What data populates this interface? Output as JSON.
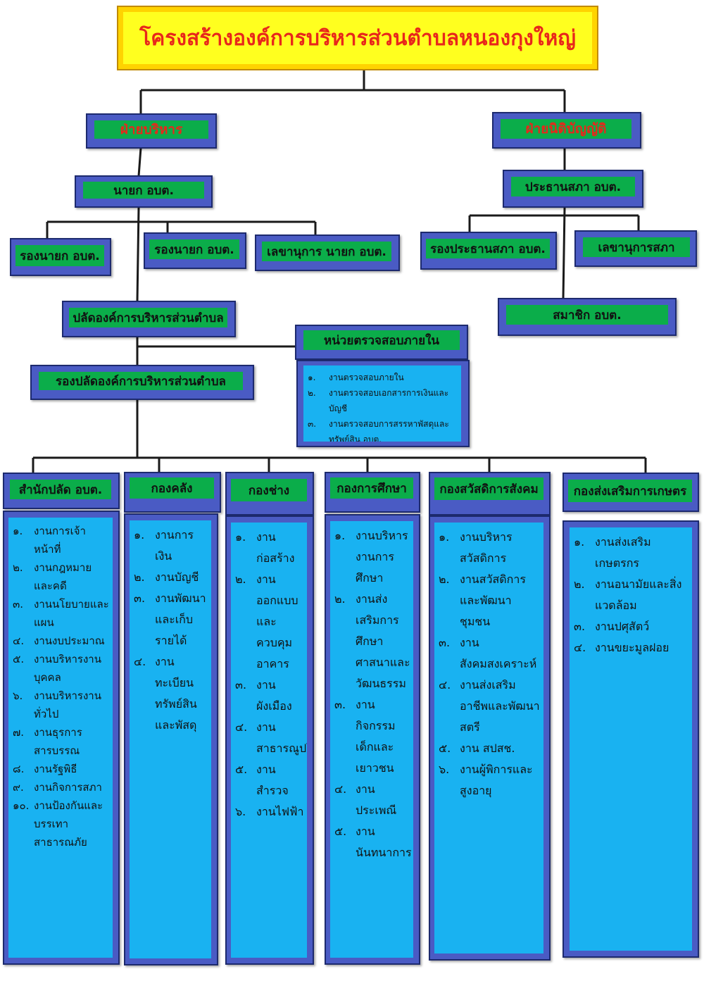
{
  "title": "โครงสร้างองค์การบริหารส่วนตำบลหนองกุงใหญ่",
  "executive": {
    "label": "ฝ่ายบริหาร",
    "mayor": "นายก อบต.",
    "deputy_mayor_1": "รองนายก อบต.",
    "deputy_mayor_2": "รองนายก อบต.",
    "mayor_secretary": "เลขานุการ นายก อบต.",
    "chief_admin": "ปลัดองค์การบริหารส่วนตำบล",
    "deputy_chief_admin": "รองปลัดองค์การบริหารส่วนตำบล"
  },
  "legislative": {
    "label": "ฝ่ายนิติบัญญัติ",
    "council_president": "ประธานสภา อบต.",
    "council_vice_president": "รองประธานสภา อบต.",
    "council_secretary": "เลขานุการสภา",
    "council_member": "สมาชิก อบต."
  },
  "internal_audit": {
    "label": "หน่วยตรวจสอบภายใน",
    "items": [
      {
        "num": "๑.",
        "text": "งานตรวจสอบภายใน"
      },
      {
        "num": "๒.",
        "text": "งานตรวจสอบเอกสารการเงินและบัญชี"
      },
      {
        "num": "๓.",
        "text": "งานตรวจสอบการสรรหาพัสดุและทรัพย์สิน อบต."
      }
    ]
  },
  "divisions": [
    {
      "label": "สำนักปลัด อบต.",
      "items": [
        {
          "num": "๑.",
          "text": "งานการเจ้าหน้าที่"
        },
        {
          "num": "๒.",
          "text": "งานกฎหมายและคดี"
        },
        {
          "num": "๓.",
          "text": "งานนโยบายและแผน"
        },
        {
          "num": "๔.",
          "text": "งานงบประมาณ"
        },
        {
          "num": "๕.",
          "text": "งานบริหารงานบุคคล"
        },
        {
          "num": "๖.",
          "text": "งานบริหารงานทั่วไป"
        },
        {
          "num": "๗.",
          "text": "งานธุรการ สารบรรณ"
        },
        {
          "num": "๘.",
          "text": "งานรัฐพิธี"
        },
        {
          "num": "๙.",
          "text": "งานกิจการสภา"
        },
        {
          "num": "๑๐.",
          "text": "งานป้องกันและบรรเทา สาธารณภัย"
        }
      ]
    },
    {
      "label": "กองคลัง",
      "items": [
        {
          "num": "๑.",
          "text": "งานการเงิน"
        },
        {
          "num": "๒.",
          "text": "งานบัญชี"
        },
        {
          "num": "๓.",
          "text": "งานพัฒนาและเก็บรายได้"
        },
        {
          "num": "๔.",
          "text": "งานทะเบียนทรัพย์สินและพัสดุ"
        }
      ]
    },
    {
      "label": "กองช่าง",
      "items": [
        {
          "num": "๑.",
          "text": "งานก่อสร้าง"
        },
        {
          "num": "๒.",
          "text": "งานออกแบบและควบคุมอาคาร"
        },
        {
          "num": "๓.",
          "text": "งานผังเมือง"
        },
        {
          "num": "๔.",
          "text": "งานสาธารณูปโภค"
        },
        {
          "num": "๕.",
          "text": "งานสำรวจ"
        },
        {
          "num": "๖.",
          "text": "งานไฟฟ้า"
        }
      ]
    },
    {
      "label": "กองการศึกษา",
      "items": [
        {
          "num": "๑.",
          "text": "งานบริหารงานการศึกษา"
        },
        {
          "num": "๒.",
          "text": "งานส่งเสริมการศึกษาศาสนาและวัฒนธรรม"
        },
        {
          "num": "๓.",
          "text": "งานกิจกรรมเด็กและเยาวชน"
        },
        {
          "num": "๔.",
          "text": "งานประเพณี"
        },
        {
          "num": "๕.",
          "text": "งานนันทนาการ"
        }
      ]
    },
    {
      "label": "กองสวัสดิการสังคม",
      "items": [
        {
          "num": "๑.",
          "text": "งานบริหารสวัสดิการ"
        },
        {
          "num": "๒.",
          "text": "งานสวัสดิการและพัฒนาชุมชน"
        },
        {
          "num": "๓.",
          "text": "งานสังคมสงเคราะห์"
        },
        {
          "num": "๔.",
          "text": "งานส่งเสริมอาชีพและพัฒนาสตรี"
        },
        {
          "num": "๕.",
          "text": "งาน สปสช."
        },
        {
          "num": "๖.",
          "text": "งานผู้พิการและสูงอายุ"
        }
      ]
    },
    {
      "label": "กองส่งเสริมการเกษตร",
      "items": [
        {
          "num": "๑.",
          "text": "งานส่งเสริมเกษตรกร"
        },
        {
          "num": "๒.",
          "text": "งานอนามัยและสิ่งแวดล้อม"
        },
        {
          "num": "๓.",
          "text": "งานปศุสัตว์"
        },
        {
          "num": "๔.",
          "text": "งานขยะมูลฝอย"
        }
      ]
    }
  ],
  "colors": {
    "title_text": "#e8271b",
    "title_bg": "#ffff1f",
    "box_frame": "#4a5bc4",
    "label_bg": "#0bad4a",
    "list_bg": "#19b2f1"
  }
}
